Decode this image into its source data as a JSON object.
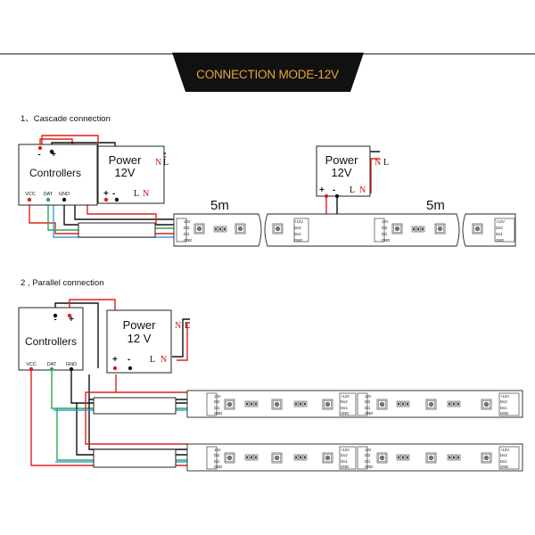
{
  "title": "CONNECTION MODE-12V",
  "cascade": {
    "heading": "1、Cascade connection",
    "controller": {
      "label": "Controllers",
      "minus": "-",
      "plus": "+",
      "vcc": "VCC",
      "dat": "DAT",
      "gnd": "GND"
    },
    "power1": {
      "label": "Power",
      "voltage": "12V",
      "plus": "+",
      "minus": "-",
      "l": "L",
      "n": "N",
      "ac_n": "N",
      "ac_l": "L"
    },
    "power2": {
      "label": "Power",
      "voltage": "12V",
      "plus": "+",
      "minus": "-",
      "l": "L",
      "n": "N",
      "ac_n": "N",
      "ac_l": "L"
    },
    "length1": "5m",
    "length2": "5m"
  },
  "parallel": {
    "heading": "2 , Parallel connection",
    "controller": {
      "label": "Controllers",
      "minus": "-",
      "plus": "+",
      "vcc": "VCC",
      "dat": "DAT",
      "gnd": "GND"
    },
    "power": {
      "label": "Power",
      "voltage": "12 V",
      "plus": "+",
      "minus": "-",
      "l": "L",
      "n": "N",
      "ac_n": "N",
      "ac_l": "L"
    }
  },
  "strip_pins": {
    "v12": "12V",
    "di2": "Di2",
    "di1": "Di1",
    "gnd": "GND",
    "v12_in": "+12V",
    "do2": "Do2",
    "do1": "Do1"
  },
  "colors": {
    "wire_red": "#e0201c",
    "wire_black": "#111111",
    "wire_green": "#2aa84a",
    "wire_blue": "#3aa0e0",
    "wire_cyan": "#7fd6d6",
    "banner": "#111111",
    "title_text": "#e8a53a"
  }
}
